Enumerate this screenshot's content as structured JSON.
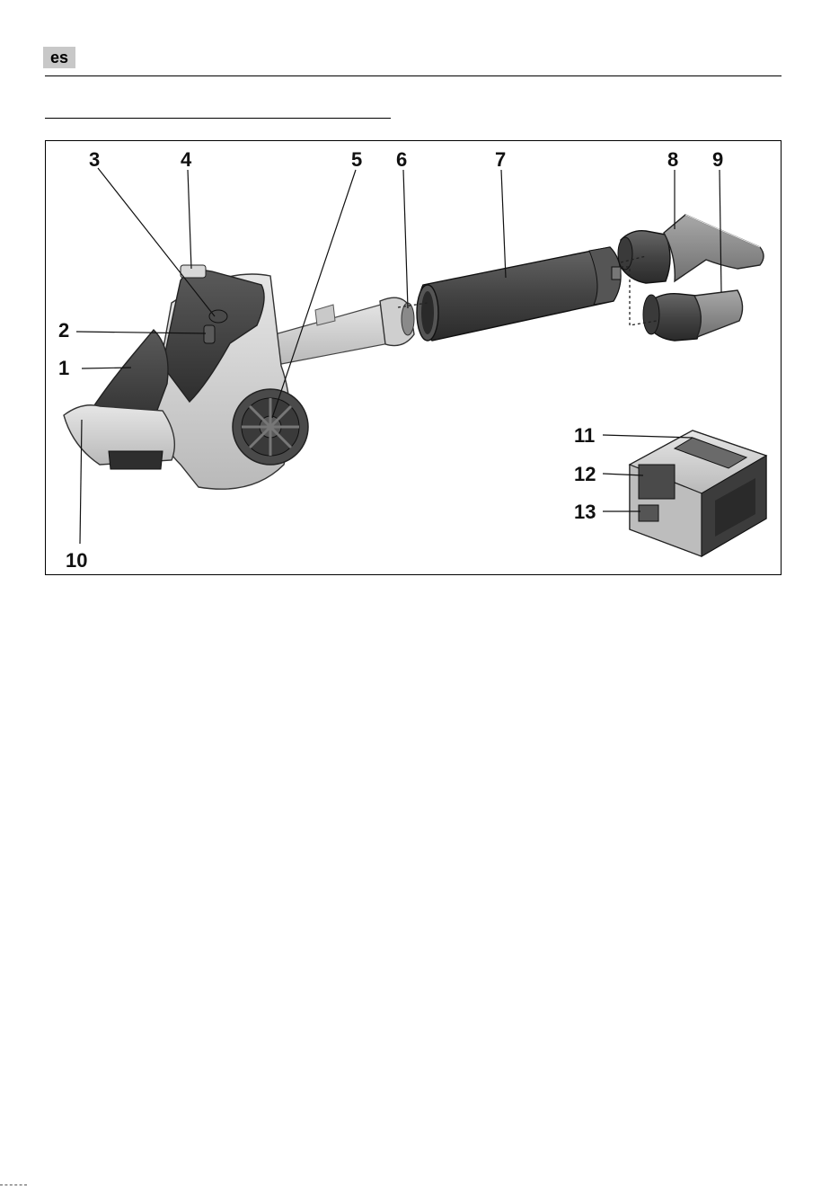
{
  "header": {
    "language_code": "es"
  },
  "figure": {
    "callouts": [
      "1",
      "2",
      "3",
      "4",
      "5",
      "6",
      "7",
      "8",
      "9",
      "10",
      "11",
      "12",
      "13"
    ]
  },
  "colors": {
    "badge_bg": "#c8c8c8",
    "housing_light": "#d4d4d4",
    "housing_dark": "#3e3e3e",
    "rule": "#000000"
  }
}
